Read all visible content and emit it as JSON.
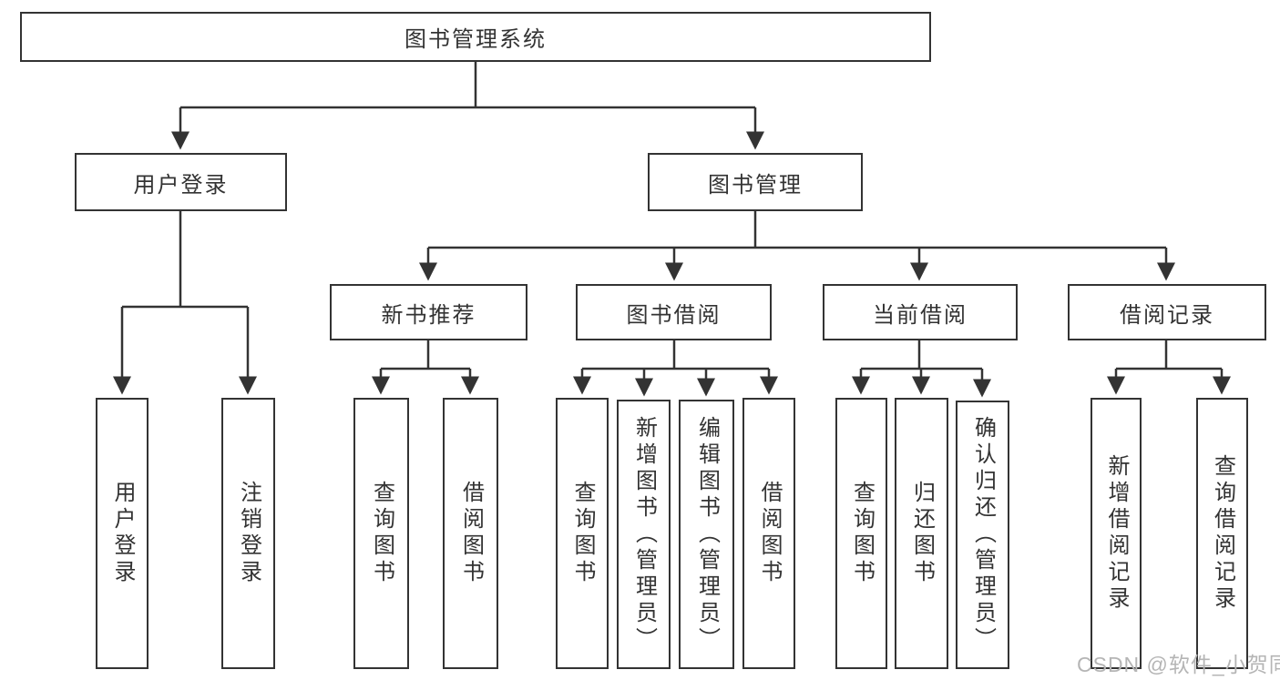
{
  "tree": {
    "root": {
      "label": "图书管理系统"
    },
    "branches": [
      {
        "label": "用户登录",
        "children": [
          {
            "label": "用户登录"
          },
          {
            "label": "注销登录"
          }
        ]
      },
      {
        "label": "图书管理",
        "children": [
          {
            "label": "新书推荐",
            "children": [
              {
                "label": "查询图书"
              },
              {
                "label": "借阅图书"
              }
            ]
          },
          {
            "label": "图书借阅",
            "children": [
              {
                "label": "查询图书"
              },
              {
                "label": "新增图书（管理员）"
              },
              {
                "label": "编辑图书（管理员）"
              },
              {
                "label": "借阅图书"
              }
            ]
          },
          {
            "label": "当前借阅",
            "children": [
              {
                "label": "查询图书"
              },
              {
                "label": "归还图书"
              },
              {
                "label": "确认归还（管理员）"
              }
            ]
          },
          {
            "label": "借阅记录",
            "children": [
              {
                "label": "新增借阅记录"
              },
              {
                "label": "查询借阅记录"
              }
            ]
          }
        ]
      }
    ]
  },
  "watermark": {
    "text": "CSDN @软件_小贺同学"
  },
  "colors": {
    "line": "#333333",
    "box_border": "#333333",
    "box_fill": "#ffffff",
    "text": "#333333",
    "watermark": "#b5b5b5",
    "background": "#ffffff"
  }
}
